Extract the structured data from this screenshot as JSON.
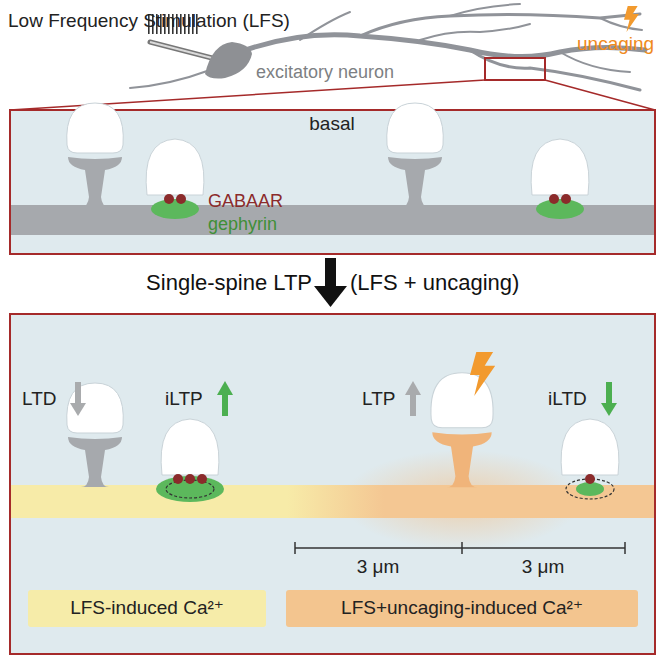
{
  "diagram": {
    "nodes": [
      {
        "text": [
          "LFS-induced Ca²⁺"
        ]
      },
      {
        "text": [
          "LFS+uncaging-induced Ca²⁺"
        ]
      }
    ],
    "labels": [
      "Low Frequency Stimulation (LFS)",
      "uncaging",
      "excitatory neuron",
      "basal",
      "GABAAR",
      "gephyrin",
      "Single-spine LTP",
      "(LFS + uncaging)",
      "LTD",
      "iLTP",
      "LTP",
      "iLTD",
      "3 μm",
      "3 μm"
    ]
  }
}
